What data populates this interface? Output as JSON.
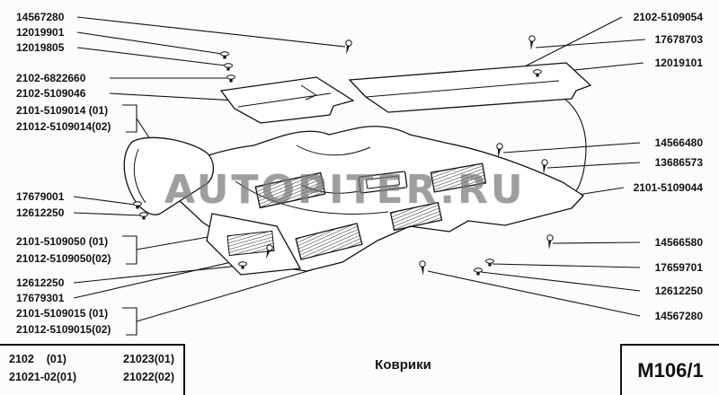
{
  "watermark": "AUTOPITER.RU",
  "footer": {
    "title": "Коврики",
    "page_code": "M106/1",
    "models": {
      "r1c1": "2102    (01)",
      "r1c2": "21023(01)",
      "r2c1": "21021-02(01)",
      "r2c2": "21022(02)"
    }
  },
  "labels": {
    "left": [
      "14567280",
      "12019901",
      "12019805",
      "2102-6822660",
      "2102-5109046",
      "2101-5109014 (01)",
      "21012-5109014(02)",
      "17679001",
      "12612250",
      "2101-5109050 (01)",
      "21012-5109050(02)",
      "12612250",
      "17679301",
      "2101-5109015 (01)",
      "21012-5109015(02)"
    ],
    "right": [
      "2102-5109054",
      "17678703",
      "12019101",
      "14566480",
      "13686573",
      "2101-5109044",
      "14566580",
      "17659701",
      "12612250",
      "14567280"
    ]
  }
}
